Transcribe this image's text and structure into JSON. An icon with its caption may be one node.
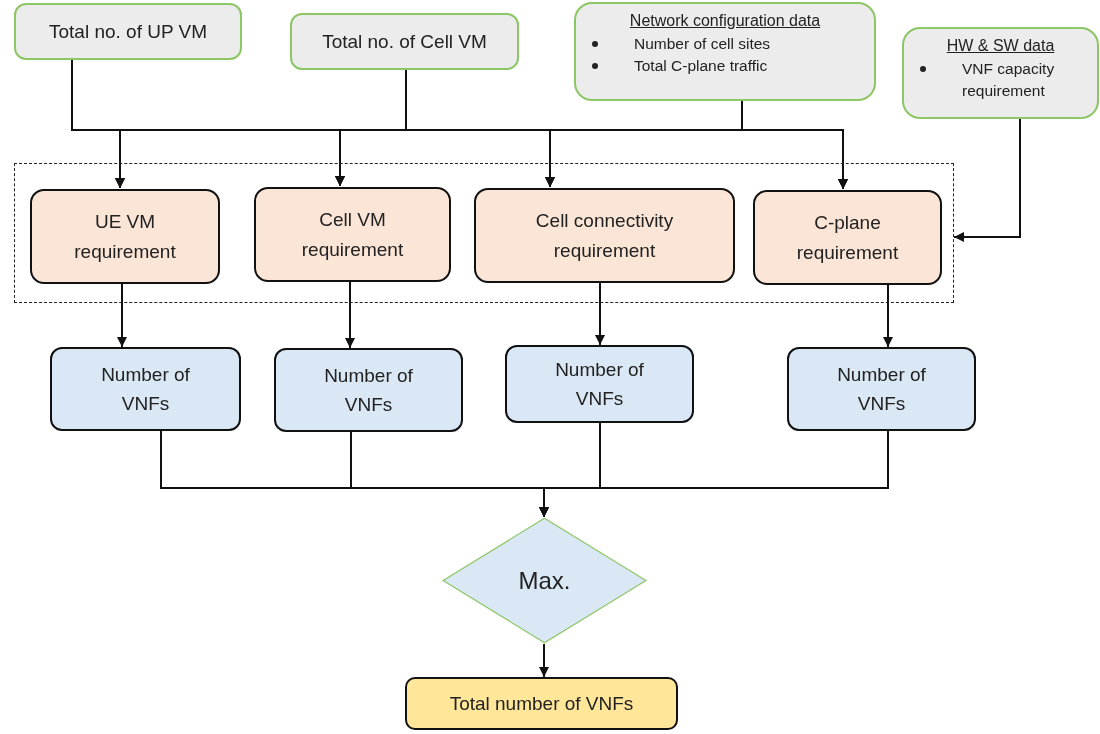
{
  "diagram": {
    "nodes": [
      {
        "text": [
          "Total no. of UP VM"
        ]
      },
      {
        "text": [
          "Total no. of Cell VM"
        ]
      },
      {
        "text": [
          "Network configuration data",
          "Number of cell sites",
          "Total C-plane traffic"
        ]
      },
      {
        "text": [
          "HW & SW data",
          "VNF capacity requirement"
        ]
      },
      {
        "text": [],
        "shape": "box"
      },
      {
        "text": [
          "UE VM requirement"
        ],
        "in": 4
      },
      {
        "text": [
          "Cell VM requirement"
        ],
        "in": 4
      },
      {
        "text": [
          "Cell connectivity requirement"
        ],
        "in": 4
      },
      {
        "text": [
          "C-plane requirement"
        ],
        "in": 4
      },
      {
        "text": [
          "Number of VNFs"
        ]
      },
      {
        "text": [
          "Number of VNFs"
        ]
      },
      {
        "text": [
          "Number of VNFs"
        ]
      },
      {
        "text": [
          "Number of VNFs"
        ]
      },
      {
        "text": [
          "Max."
        ]
      },
      {
        "text": [
          "Total number of VNFs"
        ]
      }
    ],
    "edges": [
      {
        "from": 0,
        "to": 5,
        "arrow": "to"
      },
      {
        "from": 0,
        "to": 6,
        "arrow": "to"
      },
      {
        "from": 0,
        "to": 7,
        "arrow": "to"
      },
      {
        "from": 0,
        "to": 8,
        "arrow": "to"
      },
      {
        "from": 1,
        "to": 5,
        "arrow": "to"
      },
      {
        "from": 1,
        "to": 6,
        "arrow": "to"
      },
      {
        "from": 1,
        "to": 7,
        "arrow": "to"
      },
      {
        "from": 1,
        "to": 8,
        "arrow": "to"
      },
      {
        "from": 2,
        "to": 5,
        "arrow": "to"
      },
      {
        "from": 2,
        "to": 6,
        "arrow": "to"
      },
      {
        "from": 2,
        "to": 7,
        "arrow": "to"
      },
      {
        "from": 2,
        "to": 8,
        "arrow": "to"
      },
      {
        "from": 3,
        "to": 4,
        "arrow": "to"
      },
      {
        "from": 5,
        "to": 9,
        "arrow": "to"
      },
      {
        "from": 6,
        "to": 10,
        "arrow": "to"
      },
      {
        "from": 7,
        "to": 11,
        "arrow": "to"
      },
      {
        "from": 8,
        "to": 12,
        "arrow": "to"
      },
      {
        "from": 9,
        "to": 13,
        "arrow": "to"
      },
      {
        "from": 10,
        "to": 13,
        "arrow": "to"
      },
      {
        "from": 11,
        "to": 13,
        "arrow": "to"
      },
      {
        "from": 12,
        "to": 13,
        "arrow": "to"
      },
      {
        "from": 13,
        "to": 14,
        "arrow": "to"
      }
    ]
  }
}
